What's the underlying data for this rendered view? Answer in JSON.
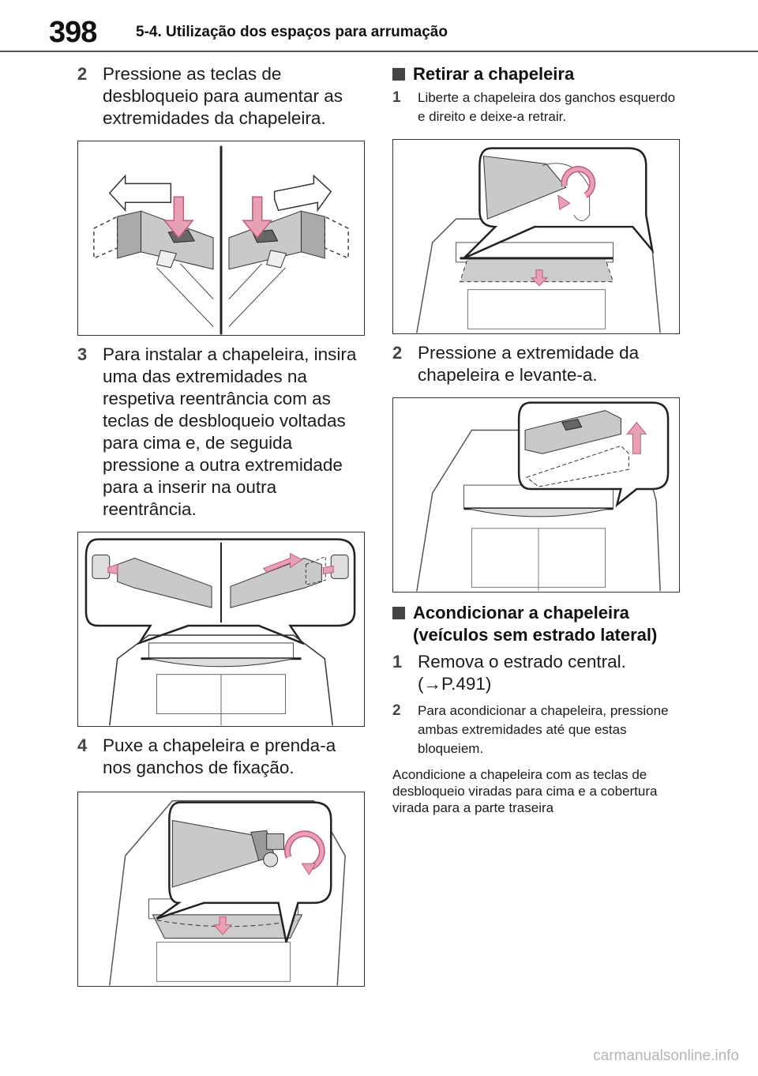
{
  "header": {
    "page_number": "398",
    "section_title": "5-4. Utilização dos espaços para arrumação"
  },
  "left": {
    "step2": {
      "num": "2",
      "text": "Pressione as teclas de desbloqueio para aumentar as extremidades da chapeleira."
    },
    "step3": {
      "num": "3",
      "text": "Para instalar a chapeleira, insira uma das extremidades na respetiva reentrância com as teclas de desbloqueio voltadas para cima e, de seguida pressione a outra extremidade para a inserir na outra reentrância."
    },
    "step4": {
      "num": "4",
      "text": "Puxe a chapeleira e prenda-a nos ganchos de fixação."
    }
  },
  "right": {
    "remove": {
      "heading": "Retirar a chapeleira",
      "step1": {
        "num": "1",
        "text": "Liberte a chapeleira dos ganchos esquerdo e direito e deixe-a retrair."
      },
      "step2": {
        "num": "2",
        "text": "Pressione a extremidade da chapeleira e levante-a."
      }
    },
    "store": {
      "heading": "Acondicionar a chapeleira (veículos sem estrado lateral)",
      "step1": {
        "num": "1",
        "text": "Remova o estrado central.",
        "ref": "(→P.491)"
      },
      "step2": {
        "num": "2",
        "text": "Para acondicionar a chapeleira, pressione ambas extremidades até que estas bloqueiem."
      },
      "note": "Acondicione a chapeleira com as teclas de desbloqueio viradas para cima e a cobertura virada para a parte traseira"
    }
  },
  "watermark": "carmanualsonline.info",
  "colors": {
    "arrow_fill": "#e8a0b4",
    "arrow_stroke": "#c25a7a",
    "part_fill": "#b8b8b8",
    "line": "#333333"
  }
}
